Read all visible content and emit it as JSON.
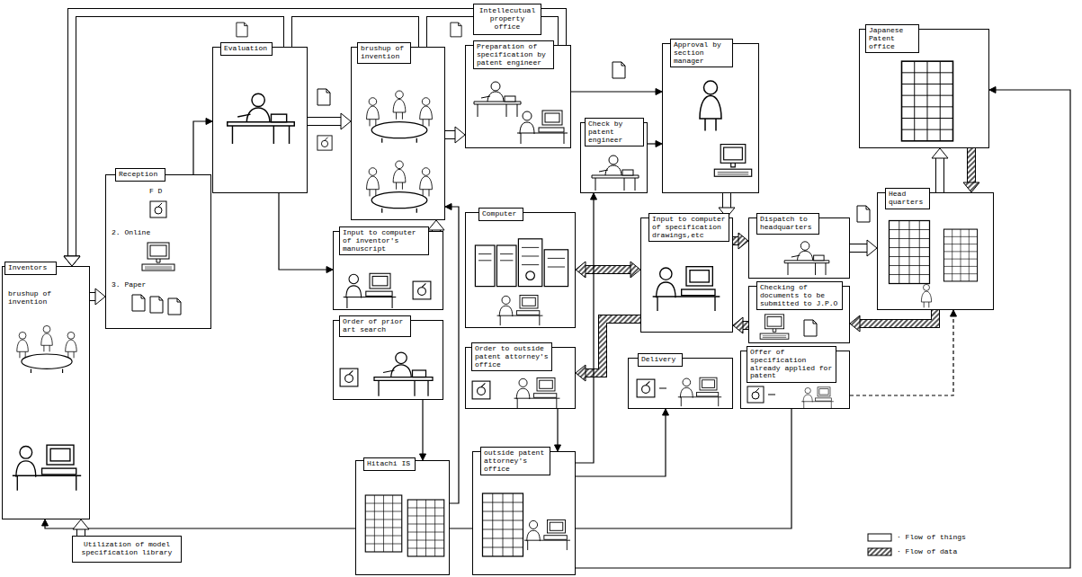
{
  "diagram": {
    "nodes": [
      {
        "text": [
          "Intellecutual property office"
        ]
      },
      {
        "text": [
          "Inventors",
          "brushup of invention"
        ]
      },
      {
        "text": [
          "Reception",
          "F D",
          "2. Online",
          "3. Paper"
        ]
      },
      {
        "text": [
          "Evaluation"
        ]
      },
      {
        "text": [
          "brushup of invention"
        ]
      },
      {
        "text": [
          "Preparation of specification by patent engineer"
        ]
      },
      {
        "text": [
          "Approval by section manager"
        ]
      },
      {
        "text": [
          "Japanese Patent office"
        ]
      },
      {
        "text": [
          "Input to computer of inventor's manuscript"
        ]
      },
      {
        "text": [
          "Order of prior art search"
        ]
      },
      {
        "text": [
          "Computer"
        ]
      },
      {
        "text": [
          "Check by patent engineer"
        ]
      },
      {
        "text": [
          "Input to computer of specification drawings,etc"
        ]
      },
      {
        "text": [
          "Dispatch to headquarters"
        ]
      },
      {
        "text": [
          "Head quarters"
        ]
      },
      {
        "text": [
          "Checking of documents to be submitted to J.P.O"
        ]
      },
      {
        "text": [
          "Order to outside patent attorney's office"
        ]
      },
      {
        "text": [
          "Delivery"
        ]
      },
      {
        "text": [
          "Offer of specification already applied for patent"
        ]
      },
      {
        "text": [
          "Hitachi IS"
        ]
      },
      {
        "text": [
          "outside patent attorney's office"
        ]
      },
      {
        "text": [
          "Utilization of model specification library"
        ]
      }
    ],
    "edges": [
      {
        "from": 1,
        "to": 2,
        "arrow": "to"
      },
      {
        "from": 2,
        "to": 3,
        "arrow": "to"
      },
      {
        "from": 3,
        "to": 4,
        "arrow": "to"
      },
      {
        "from": 3,
        "to": 8,
        "arrow": "to"
      },
      {
        "from": 8,
        "to": 4,
        "arrow": "to"
      },
      {
        "from": 4,
        "to": 5,
        "arrow": "to"
      },
      {
        "from": 5,
        "to": 6,
        "arrow": "to"
      },
      {
        "from": 11,
        "to": 6,
        "arrow": "to"
      },
      {
        "from": 6,
        "to": 12,
        "arrow": "to"
      },
      {
        "from": 12,
        "to": 13,
        "arrow": "to"
      },
      {
        "from": 13,
        "to": 14,
        "arrow": "to"
      },
      {
        "from": 14,
        "to": 7,
        "arrow": "to"
      },
      {
        "from": 7,
        "to": 14,
        "arrow": "to"
      },
      {
        "from": 14,
        "to": 15,
        "arrow": "to"
      },
      {
        "from": 15,
        "to": 12,
        "arrow": "to"
      },
      {
        "from": 12,
        "to": 10,
        "arrow": "both"
      },
      {
        "from": 12,
        "to": 16,
        "arrow": "to"
      },
      {
        "from": 16,
        "to": 20,
        "arrow": "to"
      },
      {
        "from": 20,
        "to": 11,
        "arrow": "to"
      },
      {
        "from": 20,
        "to": 17,
        "arrow": "to"
      },
      {
        "from": 9,
        "to": 19,
        "arrow": "to"
      },
      {
        "from": 19,
        "to": 4,
        "arrow": "to"
      },
      {
        "from": 20,
        "to": 7,
        "arrow": "to"
      },
      {
        "from": 18,
        "to": 14,
        "arrow": "to"
      },
      {
        "from": 18,
        "to": 1,
        "arrow": "to"
      },
      {
        "from": 21,
        "to": 1,
        "arrow": "to"
      },
      {
        "from": 3,
        "to": 1,
        "arrow": "to"
      },
      {
        "from": 4,
        "to": 1,
        "arrow": "to"
      },
      {
        "from": 5,
        "to": 1,
        "arrow": "to"
      }
    ],
    "legend": [
      {
        "text": "· Flow of things"
      },
      {
        "text": "· Flow of data"
      }
    ]
  }
}
